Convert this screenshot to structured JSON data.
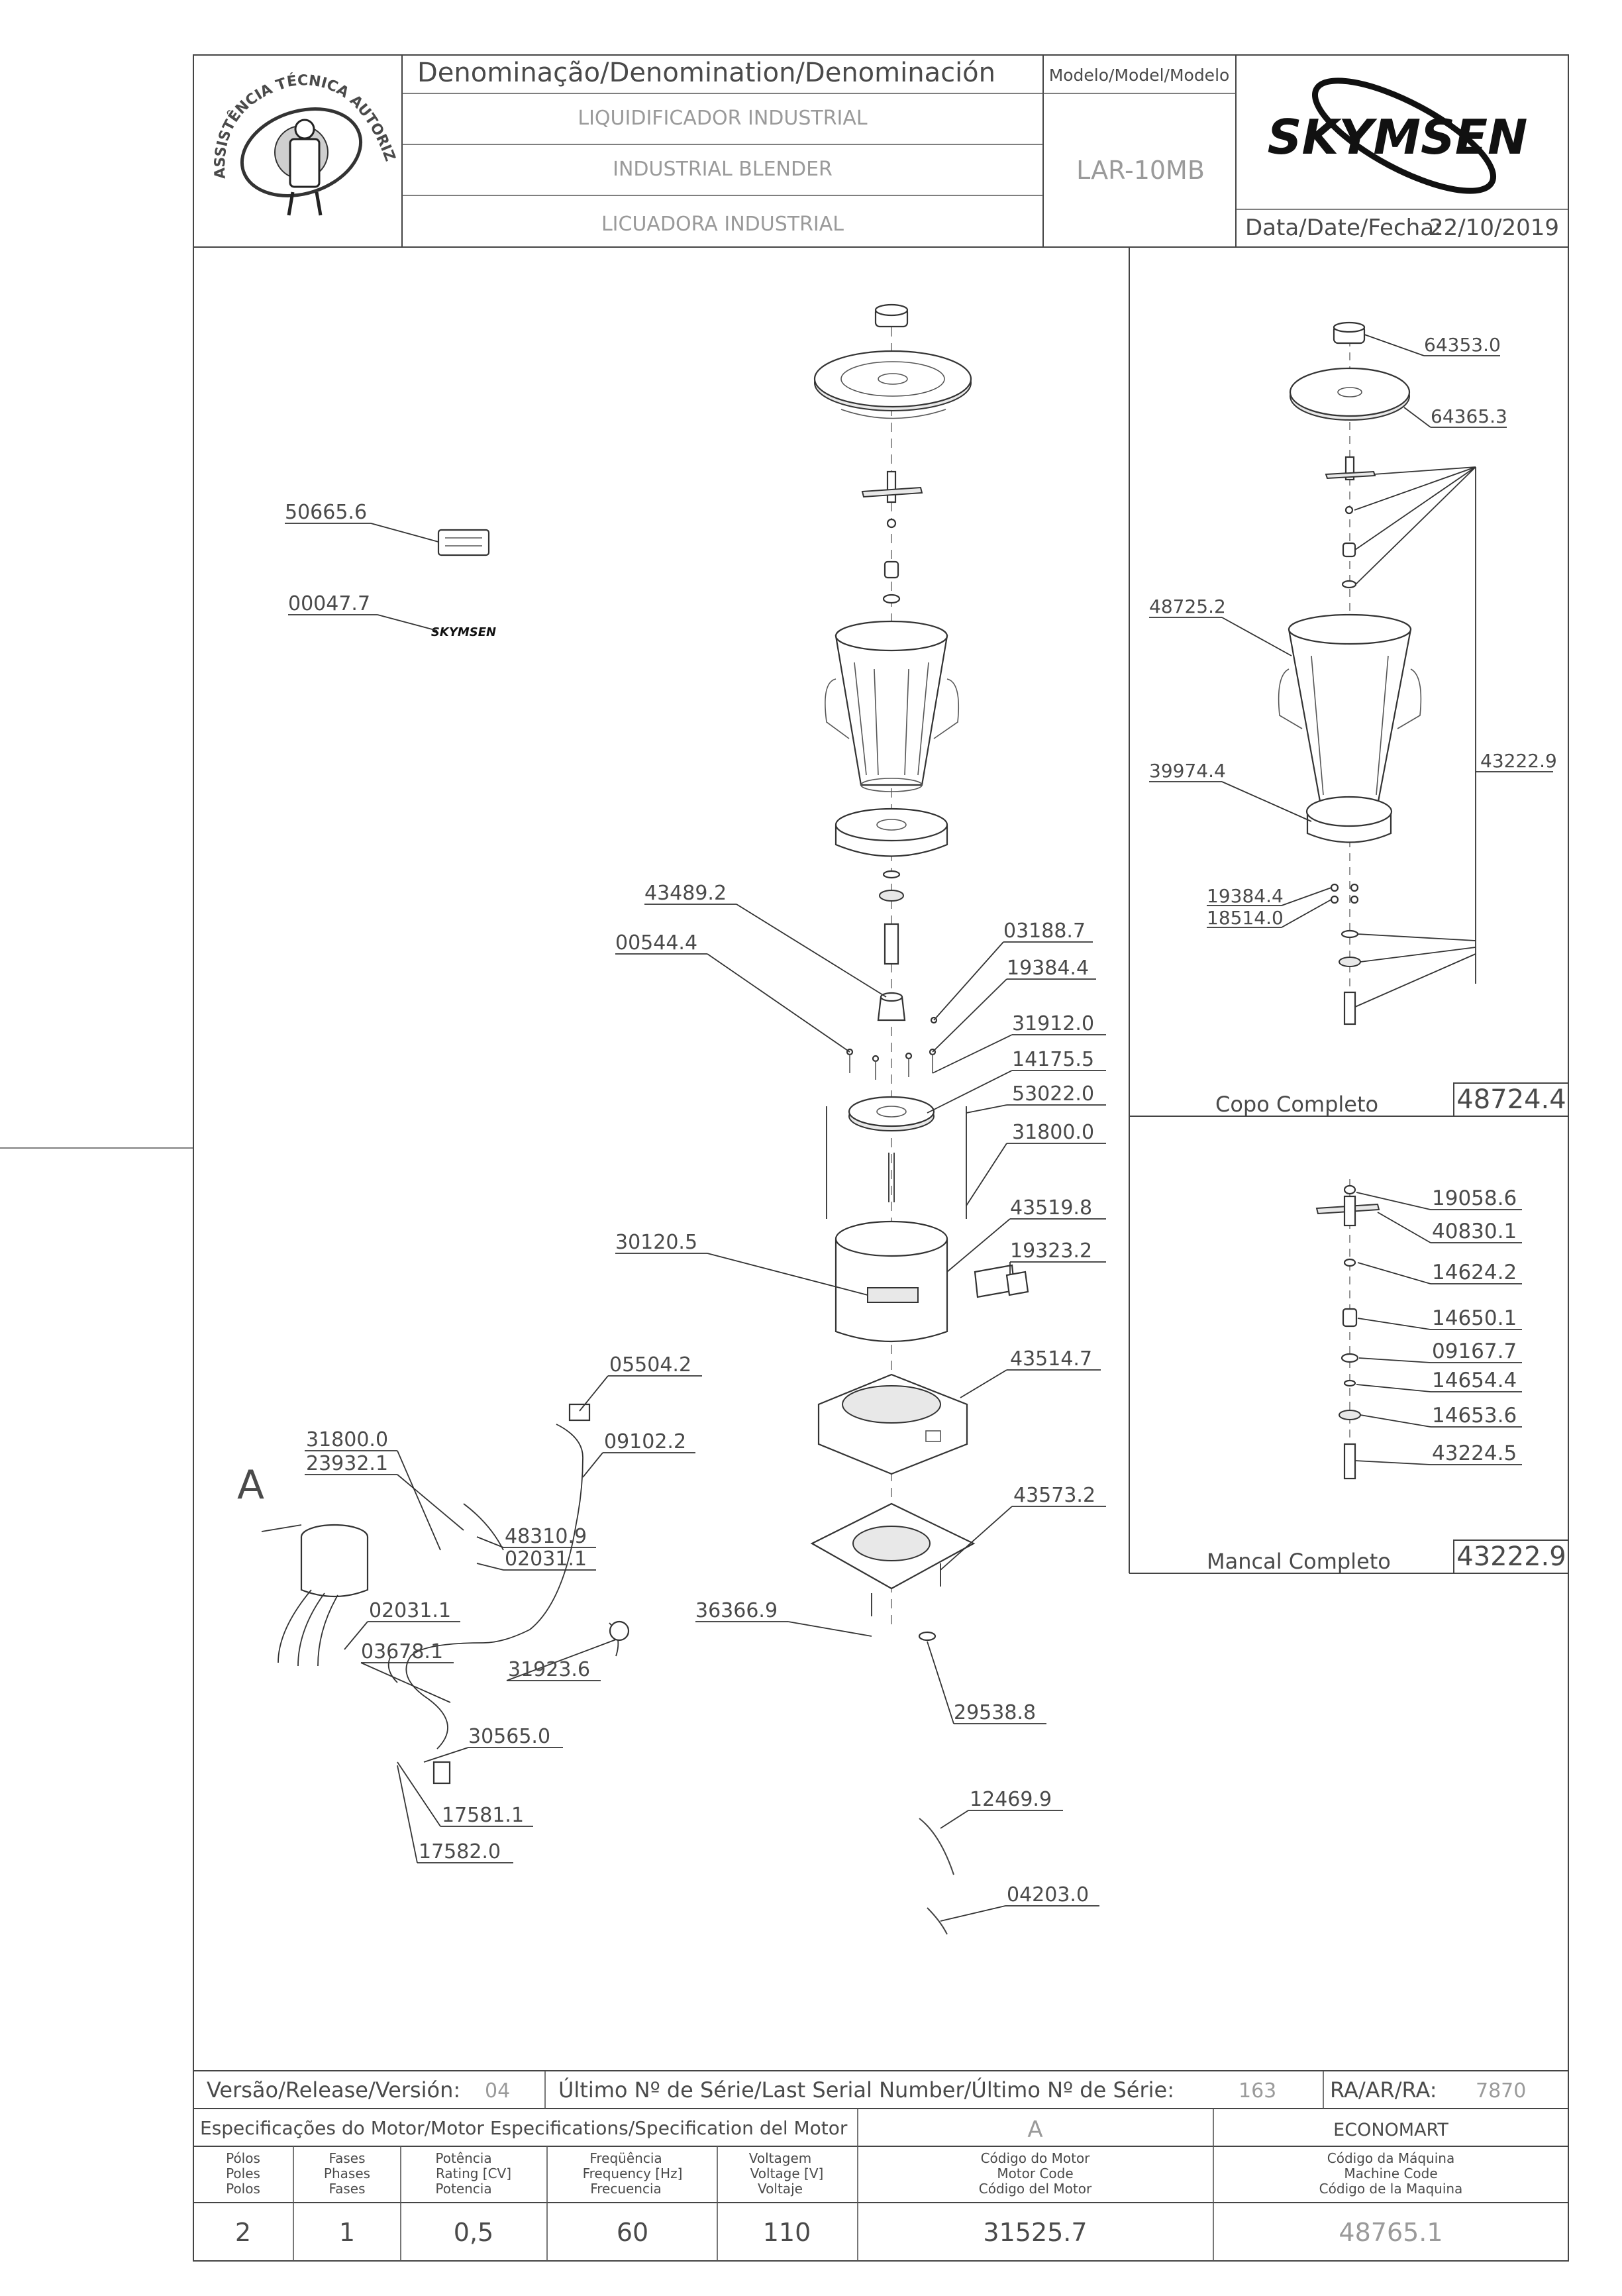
{
  "header": {
    "seal_text": "ASSISTÊNCIA TÉCNICA AUTORIZADA",
    "denomination_label": "Denominação/Denomination/Denominación",
    "name_pt": "LIQUIDIFICADOR INDUSTRIAL",
    "name_en": "INDUSTRIAL BLENDER",
    "name_es": "LICUADORA INDUSTRIAL",
    "model_label": "Modelo/Model/Modelo",
    "model_value": "LAR-10MB",
    "brand": "SKYMSEN",
    "date_label": "Data/Date/Fecha:",
    "date_value": "22/10/2019"
  },
  "main_parts": {
    "p50665": "50665.6",
    "p00047": "00047.7",
    "p43489": "43489.2",
    "p00544": "00544.4",
    "p03188": "03188.7",
    "p19384": "19384.4",
    "p31912": "31912.0",
    "p14175": "14175.5",
    "p53022": "53022.0",
    "p31800": "31800.0",
    "p43519": "43519.8",
    "p19323": "19323.2",
    "p30120": "30120.5",
    "p05504": "05504.2",
    "p09102": "09102.2",
    "p43514": "43514.7",
    "p31800b": "31800.0",
    "p23932": "23932.1",
    "p48310": "48310.9",
    "p02031a": "02031.1",
    "p43573": "43573.2",
    "p02031b": "02031.1",
    "p36366": "36366.9",
    "p03678": "03678.1",
    "p31923": "31923.6",
    "p29538": "29538.8",
    "p30565": "30565.0",
    "p17581": "17581.1",
    "p17582": "17582.0",
    "p12469": "12469.9",
    "p04203": "04203.0",
    "motor_letter": "A"
  },
  "copo_completo": {
    "p64353": "64353.0",
    "p64365": "64365.3",
    "p48725": "48725.2",
    "p43222": "43222.9",
    "p39974": "39974.4",
    "p19384": "19384.4",
    "p18514": "18514.0",
    "title": "Copo Completo",
    "code": "48724.4"
  },
  "mancal_completo": {
    "p19058": "19058.6",
    "p40830": "40830.1",
    "p14624": "14624.2",
    "p14650": "14650.1",
    "p09167": "09167.7",
    "p14654": "14654.4",
    "p14653": "14653.6",
    "p43224": "43224.5",
    "title": "Mancal Completo",
    "code": "43222.9"
  },
  "footer": {
    "version_label": "Versão/Release/Versión:",
    "version_value": "04",
    "serial_label": "Último Nº de Série/Last Serial Number/Último Nº de Série:",
    "serial_value": "163",
    "ra_label": "RA/AR/RA:",
    "ra_value": "7870",
    "motor_spec_label": "Especificações do Motor/Motor Especifications/Specification del Motor",
    "motor_letter": "A",
    "customer": "ECONOMART",
    "col_poles": [
      "Pólos",
      "Poles",
      "Polos"
    ],
    "col_phases": [
      "Fases",
      "Phases",
      "Fases"
    ],
    "col_power": [
      "Potência",
      "Rating [CV]",
      "Potencia"
    ],
    "col_freq": [
      "Freqüência",
      "Frequency [Hz]",
      "Frecuencia"
    ],
    "col_voltage": [
      "Voltagem",
      "Voltage [V]",
      "Voltaje"
    ],
    "col_motor_code": [
      "Código do Motor",
      "Motor Code",
      "Código del Motor"
    ],
    "col_machine_code": [
      "Código da Máquina",
      "Machine Code",
      "Código de la Maquina"
    ],
    "poles": "2",
    "phases": "1",
    "power": "0,5",
    "frequency": "60",
    "voltage": "110",
    "motor_code": "31525.7",
    "machine_code": "48765.1"
  }
}
